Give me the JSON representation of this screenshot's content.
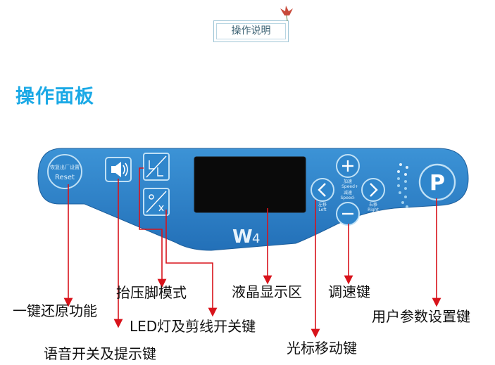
{
  "header": {
    "tab_label": "操作说明"
  },
  "heading": "操作面板",
  "panel": {
    "model": "W",
    "model_number": "4",
    "reset_caption_top": "恢复出厂设置",
    "reset_caption_bottom": "Reset",
    "speed_up_cn": "加速",
    "speed_up_en": "Speed+",
    "speed_down_cn": "减速",
    "speed_down_en": "Speed-",
    "left_cn": "左移",
    "left_en": "Left",
    "right_cn": "右移",
    "right_en": "Right",
    "user_key": "P",
    "body_color": "#2b82c8",
    "display_color": "#0a0a0a"
  },
  "labels": {
    "reset": "一键还原功能",
    "voice": "语音开关及提示键",
    "presser_foot": "抬压脚模式",
    "led_cut": "LED灯及剪线开关键",
    "lcd": "液晶显示区",
    "cursor": "光标移动键",
    "speed": "调速键",
    "user_param": "用户参数设置键"
  },
  "colors": {
    "heading": "#1aa9e6",
    "arrow": "#d8131b",
    "tab_border": "#9fc5d6"
  }
}
